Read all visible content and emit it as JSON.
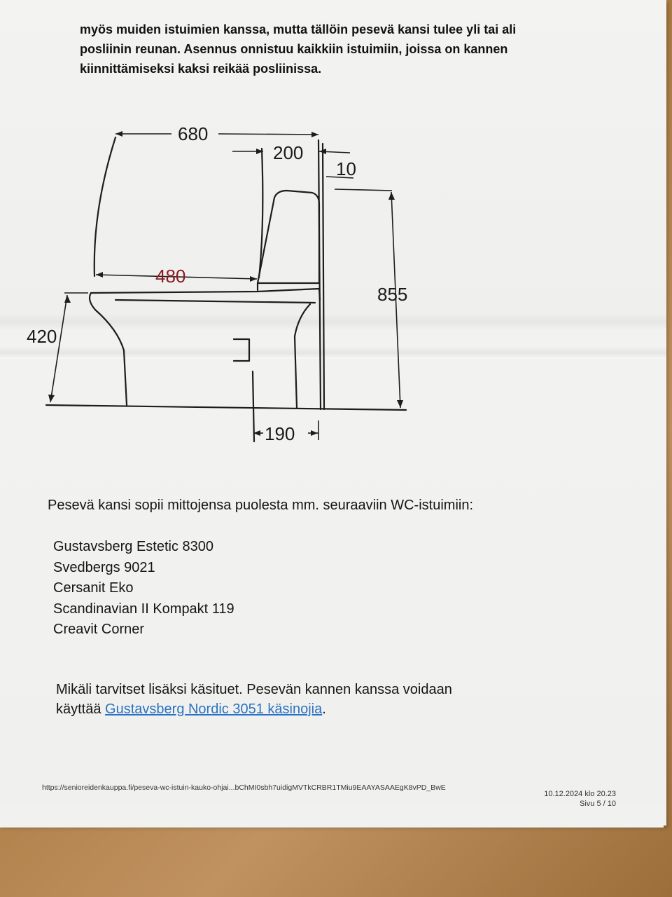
{
  "intro": [
    "myös muiden istuimien kanssa, mutta tällöin pesevä kansi tulee yli tai ali",
    "posliinin reunan. Asennus onnistuu kaikkiin istuimiin, joissa on kannen",
    "kiinnittämiseksi kaksi reikää posliinissa."
  ],
  "diagram": {
    "dims": {
      "total_depth": "680",
      "tank_depth": "200",
      "gap": "10",
      "seat_depth": "480",
      "total_height": "855",
      "seat_height": "420",
      "outlet": "190"
    }
  },
  "fit_text": "Pesevä kansi sopii mittojensa puolesta mm. seuraaviin WC-istuimiin:",
  "models": [
    "Gustavsberg Estetic 8300",
    "Svedbergs 9021",
    "Cersanit Eko",
    "Scandinavian II Kompakt 119",
    "Creavit Corner"
  ],
  "note": {
    "line1": "Mikäli tarvitset lisäksi käsituet. Pesevän kannen kanssa voidaan",
    "line2_prefix": "käyttää ",
    "link_text": "Gustavsberg Nordic 3051 käsinojia",
    "line2_suffix": "."
  },
  "footer": {
    "url": "https://senioreidenkauppa.fi/peseva-wc-istuin-kauko-ohjai...bChMI0sbh7uidigMVTkCRBR1TMiu9EAAYASAAEgK8vPD_BwE",
    "date": "10.12.2024 klo 20.23",
    "page": "Sivu 5 / 10"
  }
}
